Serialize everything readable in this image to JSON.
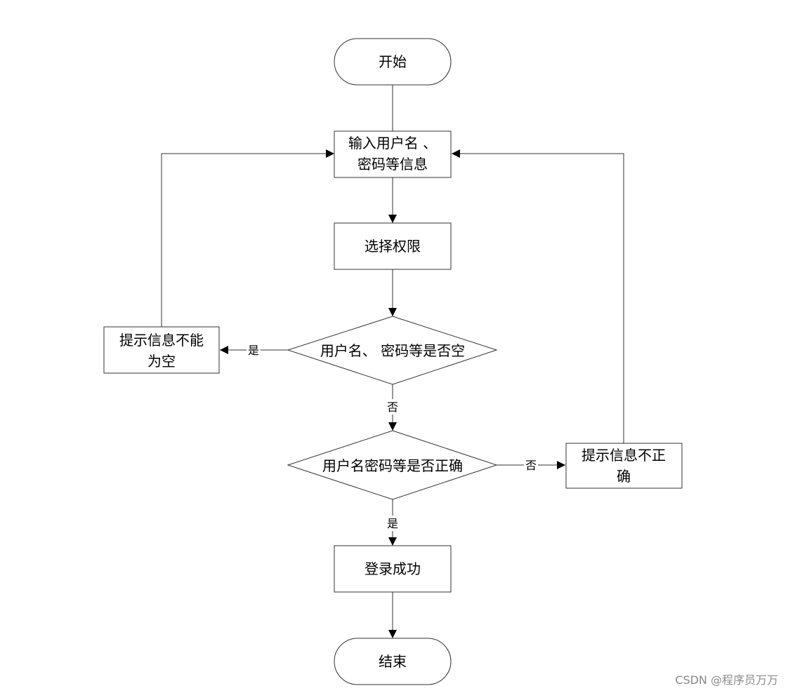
{
  "flowchart": {
    "nodes": {
      "start": {
        "lines": [
          "开始"
        ]
      },
      "input": {
        "lines": [
          "输入用户名 、",
          "密码等信息"
        ]
      },
      "select_role": {
        "lines": [
          "选择权限"
        ]
      },
      "check_empty": {
        "lines": [
          "用户名、 密码等是否空"
        ]
      },
      "empty_msg": {
        "lines": [
          "提示信息不能",
          "为空"
        ]
      },
      "check_correct": {
        "lines": [
          "用户名密码等是否正确"
        ]
      },
      "wrong_msg": {
        "lines": [
          "提示信息不正",
          "确"
        ]
      },
      "success": {
        "lines": [
          "登录成功"
        ]
      },
      "end": {
        "lines": [
          "结束"
        ]
      }
    },
    "edge_labels": {
      "empty_yes": "是",
      "empty_no": "否",
      "correct_no": "否",
      "correct_yes": "是"
    }
  },
  "watermark": "CSDN @程序员万万"
}
